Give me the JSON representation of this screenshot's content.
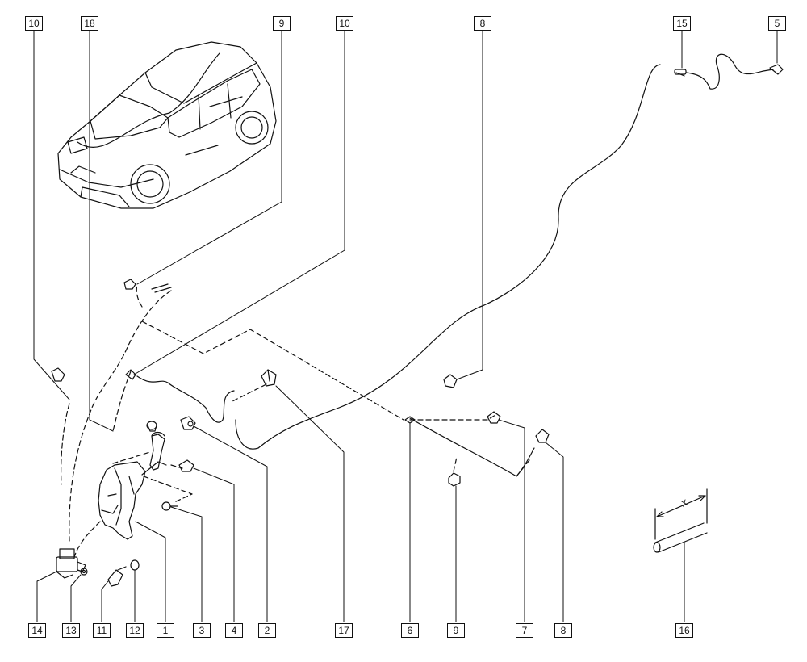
{
  "callouts": {
    "top": {
      "c10a": "10",
      "c18": "18",
      "c9a": "9",
      "c10b": "10",
      "c8a": "8",
      "c15": "15",
      "c5": "5"
    },
    "bottom": {
      "c14": "14",
      "c13": "13",
      "c11": "11",
      "c12": "12",
      "c1": "1",
      "c3": "3",
      "c4": "4",
      "c2": "2",
      "c17": "17",
      "c6": "6",
      "c9b": "9",
      "c7": "7",
      "c8b": "8",
      "c16": "16"
    }
  },
  "dimension_label": "X",
  "colors": {
    "line": "#111111",
    "background": "#ffffff"
  }
}
